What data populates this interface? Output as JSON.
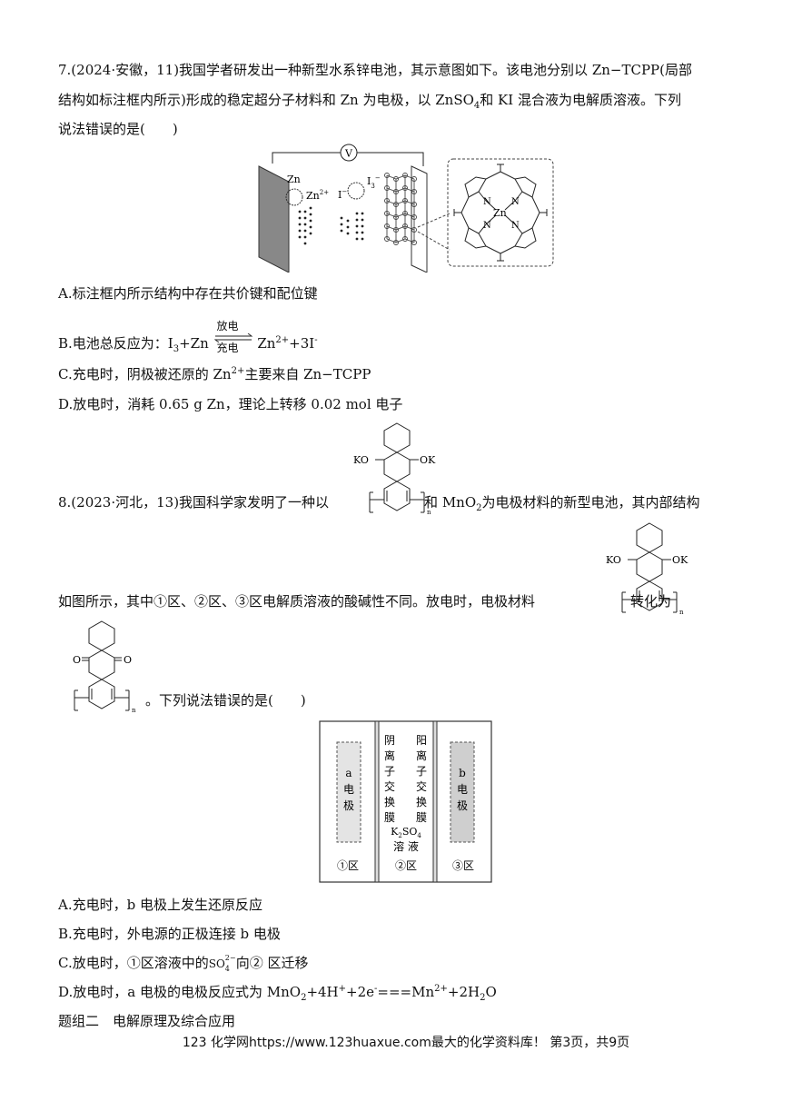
{
  "q7": {
    "line1": "7.(2024·安徽，11)我国学者研发出一种新型水系锌电池，其示意图如下。该电池分别以 Zn−TCPP(局部",
    "line2a": "结构如标注框内所示)形成的稳定超分子材料和 Zn 为电极，以 ZnSO",
    "line2b": "4",
    "line2c": "和 KI 混合液为电解质溶液。下列",
    "line3": "说法错误的是(　　)",
    "fig": {
      "voltmeter": "V",
      "zn_label": "Zn",
      "zn2_label": "Zn",
      "zn2_charge": "2+",
      "i_label": "I",
      "i_charge": "−",
      "i3_label": "I",
      "i3_sub": "3",
      "i3_charge": "−",
      "n_label": "N",
      "zn_center": "Zn"
    },
    "optA": "A.标注框内所示结构中存在共价键和配位键",
    "optB_pre": "B.电池总反应为：I",
    "optB_sub": "3",
    "optB_mid": "+Zn",
    "optB_top": "放电",
    "optB_bottom": "充电",
    "optB_post": "Zn",
    "optB_charge": "2+",
    "optB_end": "+3I",
    "optB_end_charge": "-",
    "optC_pre": "C.充电时，阴极被还原的 Zn",
    "optC_charge": "2+",
    "optC_post": "主要来自 Zn−TCPP",
    "optD": "D.放电时，消耗 0.65 g Zn，理论上转移 0.02 mol 电子"
  },
  "q8": {
    "line1_pre": "8.(2023·河北，13)我国科学家发明了一种以",
    "line1_mid": "和 MnO",
    "line1_sub": "2",
    "line1_post": "为电极材料的新型电池，其内部结构",
    "line2_pre": "如图所示，其中①区、②区、③区电解质溶液的酸碱性不同。放电时，电极材料",
    "line2_post": "转化为",
    "line3": "。下列说法错误的是(　　)",
    "mol": {
      "ko": "KO",
      "ok": "OK",
      "o": "O",
      "n": "n"
    },
    "cell": {
      "a_electrode": [
        "a",
        "电",
        "极"
      ],
      "anion_membrane": [
        "阴",
        "离",
        "子",
        "交",
        "换",
        "膜"
      ],
      "cation_membrane": [
        "阳",
        "离",
        "子",
        "交",
        "换",
        "膜"
      ],
      "b_electrode": [
        "b",
        "电",
        "极"
      ],
      "k2so4": "K",
      "k2so4_sub": "2",
      "k2so4_tail": "SO",
      "k2so4_sub2": "4",
      "solution": "溶 液",
      "zone1": "①区",
      "zone2": "②区",
      "zone3": "③区"
    },
    "optA": "A.充电时，b 电极上发生还原反应",
    "optB": "B.充电时，外电源的正极连接 b 电极",
    "optC_pre": "C.放电时，①区溶液中的",
    "optC_so": "SO",
    "optC_sub": "4",
    "optC_sup": "2−",
    "optC_post": "向② 区迁移",
    "optD_pre": "D.放电时，a 电极的电极反应式为 MnO",
    "optD_sub": "2",
    "optD_mid": "+4H",
    "optD_sup1": "+",
    "optD_mid2": "+2e",
    "optD_sup2": "-",
    "optD_eq": "===",
    "optD_mn": "Mn",
    "optD_sup3": "2+",
    "optD_end": "+2H",
    "optD_sub2": "2",
    "optD_o": "O"
  },
  "section": "题组二　电解原理及综合应用",
  "footer": "123 化学网https://www.123huaxue.com最大的化学资料库！ 第3页，共9页"
}
